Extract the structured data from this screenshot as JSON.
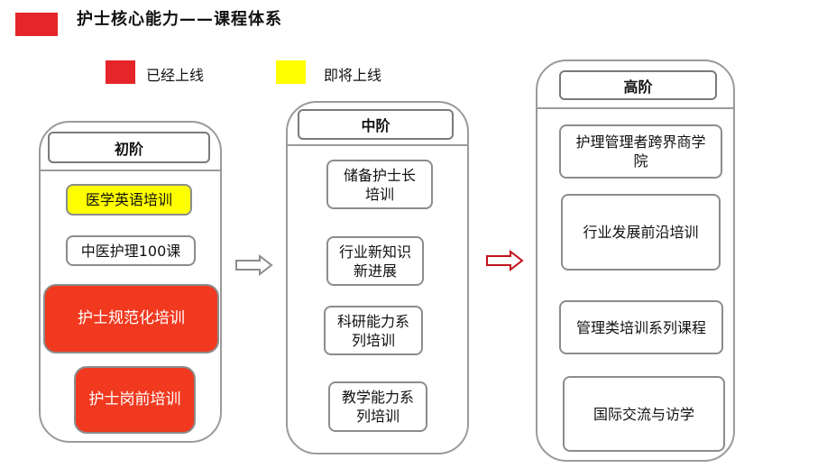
{
  "title": "护士核心能力——课程体系",
  "colors": {
    "live": "#e5252a",
    "coming": "#ffff00",
    "course_red": "#f0391f"
  },
  "legend": [
    {
      "label": "已经上线",
      "color": "#e5252a"
    },
    {
      "label": "即将上线",
      "color": "#ffff00"
    }
  ],
  "columns": [
    {
      "heading": "初阶",
      "courses": [
        {
          "label": "医学英语培训",
          "status": "coming"
        },
        {
          "label": "中医护理100课",
          "status": "default"
        },
        {
          "label": "护士规范化培训",
          "status": "live"
        },
        {
          "label": "护士岗前培训",
          "status": "live"
        }
      ]
    },
    {
      "heading": "中阶",
      "courses": [
        {
          "label": "储备护士长\n培训",
          "status": "default"
        },
        {
          "label": "行业新知识\n新进展",
          "status": "default"
        },
        {
          "label": "科研能力系\n列培训",
          "status": "default"
        },
        {
          "label": "教学能力系\n列培训",
          "status": "default"
        }
      ]
    },
    {
      "heading": "高阶",
      "courses": [
        {
          "label": "护理管理者跨界商学\n院",
          "status": "default"
        },
        {
          "label": "行业发展前沿培训",
          "status": "default"
        },
        {
          "label": "管理类培训系列课程",
          "status": "default"
        },
        {
          "label": "国际交流与访学",
          "status": "default"
        }
      ]
    }
  ]
}
